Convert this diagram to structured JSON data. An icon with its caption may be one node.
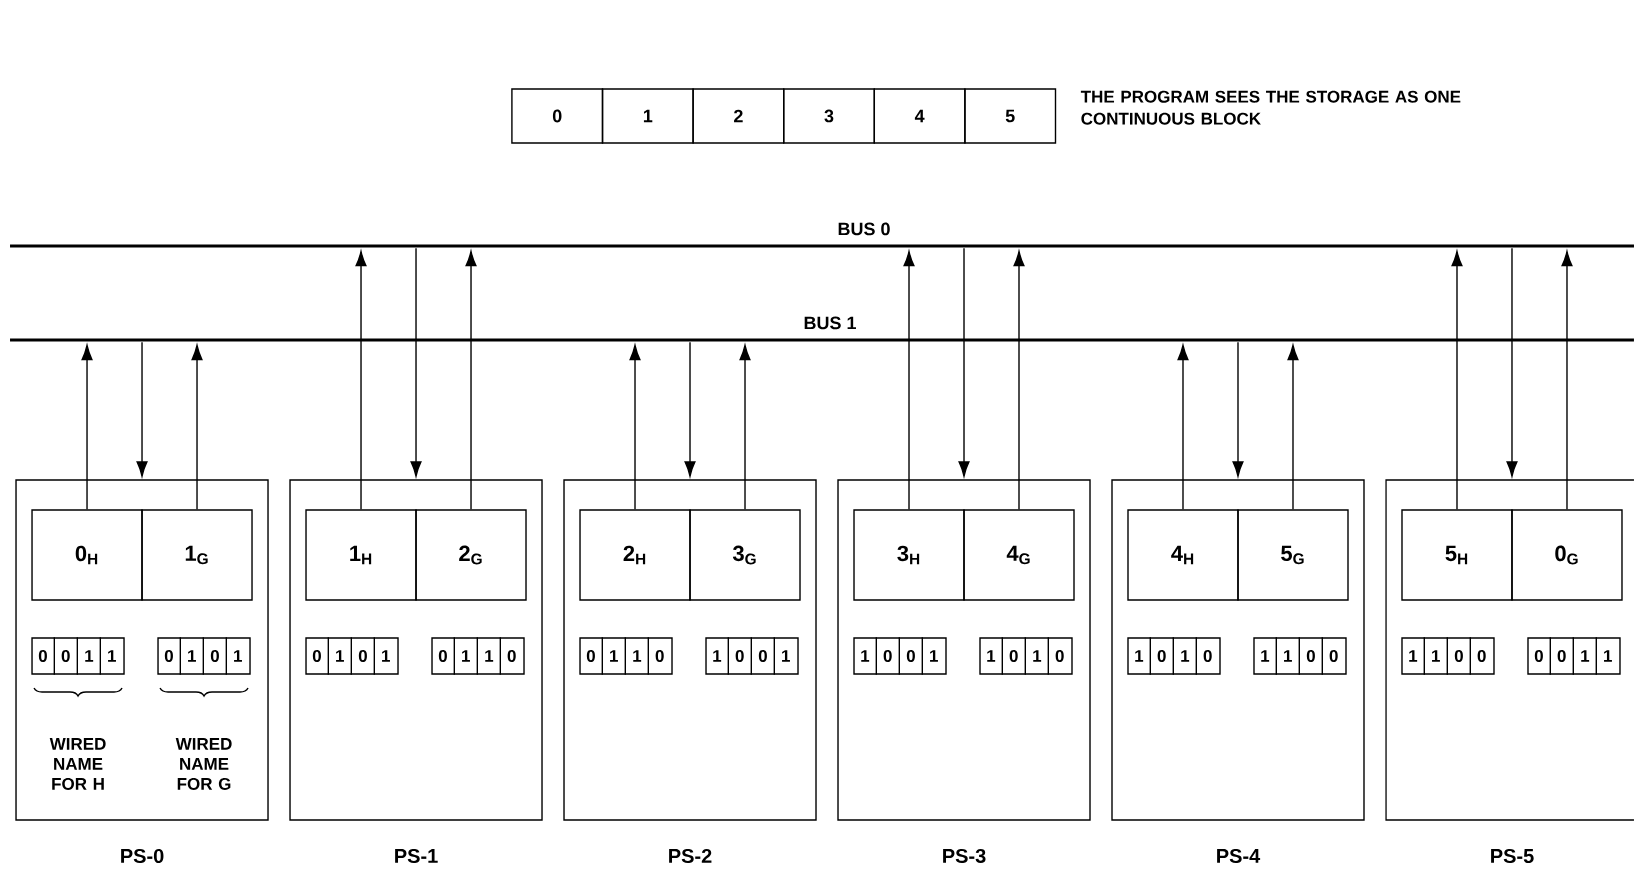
{
  "diagram": {
    "nodes": [
      {
        "text": [
          "0"
        ]
      },
      {
        "text": [
          "1"
        ]
      },
      {
        "text": [
          "2"
        ]
      },
      {
        "text": [
          "3"
        ]
      },
      {
        "text": [
          "4"
        ]
      },
      {
        "text": [
          "5"
        ]
      },
      {
        "text": [
          "BUS 0"
        ]
      },
      {
        "text": [
          "BUS 1"
        ]
      },
      {
        "text": [
          "PS-0",
          "WIRED NAME FOR H",
          "WIRED NAME FOR G"
        ]
      },
      {
        "text": [
          "0$_{H}$"
        ],
        "in": 8
      },
      {
        "text": [
          "1$_{G}$"
        ],
        "in": 8
      },
      {
        "text": [
          "0",
          "0",
          "1",
          "1"
        ],
        "in": 8
      },
      {
        "text": [
          "0",
          "1",
          "0",
          "1"
        ],
        "in": 8
      },
      {
        "text": [
          "PS-1"
        ]
      },
      {
        "text": [
          "1$_{H}$"
        ],
        "in": 13
      },
      {
        "text": [
          "2$_{G}$"
        ],
        "in": 13
      },
      {
        "text": [
          "0",
          "1",
          "0",
          "1"
        ],
        "in": 13
      },
      {
        "text": [
          "0",
          "1",
          "1",
          "0"
        ],
        "in": 13
      },
      {
        "text": [
          "PS-2"
        ]
      },
      {
        "text": [
          "2$_{H}$"
        ],
        "in": 18
      },
      {
        "text": [
          "3$_{G}$"
        ],
        "in": 18
      },
      {
        "text": [
          "0",
          "1",
          "1",
          "0"
        ],
        "in": 18
      },
      {
        "text": [
          "1",
          "0",
          "0",
          "1"
        ],
        "in": 18
      },
      {
        "text": [
          "PS-3"
        ]
      },
      {
        "text": [
          "3$_{H}$"
        ],
        "in": 23
      },
      {
        "text": [
          "4$_{G}$"
        ],
        "in": 23
      },
      {
        "text": [
          "1",
          "0",
          "0",
          "1"
        ],
        "in": 23
      },
      {
        "text": [
          "1",
          "0",
          "1",
          "0"
        ],
        "in": 23
      },
      {
        "text": [
          "PS-4"
        ]
      },
      {
        "text": [
          "4$_{H}$"
        ],
        "in": 28
      },
      {
        "text": [
          "5$_{G}$"
        ],
        "in": 28
      },
      {
        "text": [
          "1",
          "0",
          "1",
          "0"
        ],
        "in": 28
      },
      {
        "text": [
          "1",
          "1",
          "0",
          "0"
        ],
        "in": 28
      },
      {
        "text": [
          "PS-5"
        ]
      },
      {
        "text": [
          "5$_{H}$"
        ],
        "in": 33
      },
      {
        "text": [
          "0$_{G}$"
        ],
        "in": 33
      },
      {
        "text": [
          "1",
          "1",
          "0",
          "0"
        ],
        "in": 33
      },
      {
        "text": [
          "0",
          "0",
          "1",
          "1"
        ],
        "in": 33
      }
    ],
    "edges": [
      {
        "from": 9,
        "to": 7,
        "arrow": "to"
      },
      {
        "from": 7,
        "to": 8,
        "arrow": "to"
      },
      {
        "from": 10,
        "to": 7,
        "arrow": "to"
      },
      {
        "from": 14,
        "to": 6,
        "arrow": "to"
      },
      {
        "from": 6,
        "to": 13,
        "arrow": "to"
      },
      {
        "from": 15,
        "to": 6,
        "arrow": "to"
      },
      {
        "from": 19,
        "to": 7,
        "arrow": "to"
      },
      {
        "from": 7,
        "to": 18,
        "arrow": "to"
      },
      {
        "from": 20,
        "to": 7,
        "arrow": "to"
      },
      {
        "from": 24,
        "to": 6,
        "arrow": "to"
      },
      {
        "from": 6,
        "to": 23,
        "arrow": "to"
      },
      {
        "from": 25,
        "to": 6,
        "arrow": "to"
      },
      {
        "from": 29,
        "to": 7,
        "arrow": "to"
      },
      {
        "from": 7,
        "to": 28,
        "arrow": "to"
      },
      {
        "from": 30,
        "to": 7,
        "arrow": "to"
      },
      {
        "from": 34,
        "to": 6,
        "arrow": "to"
      },
      {
        "from": 6,
        "to": 33,
        "arrow": "to"
      },
      {
        "from": 35,
        "to": 6,
        "arrow": "to"
      }
    ],
    "labels": [
      "THE PROGRAM SEES THE STORAGE AS ONE CONTINUOUS BLOCK"
    ]
  }
}
